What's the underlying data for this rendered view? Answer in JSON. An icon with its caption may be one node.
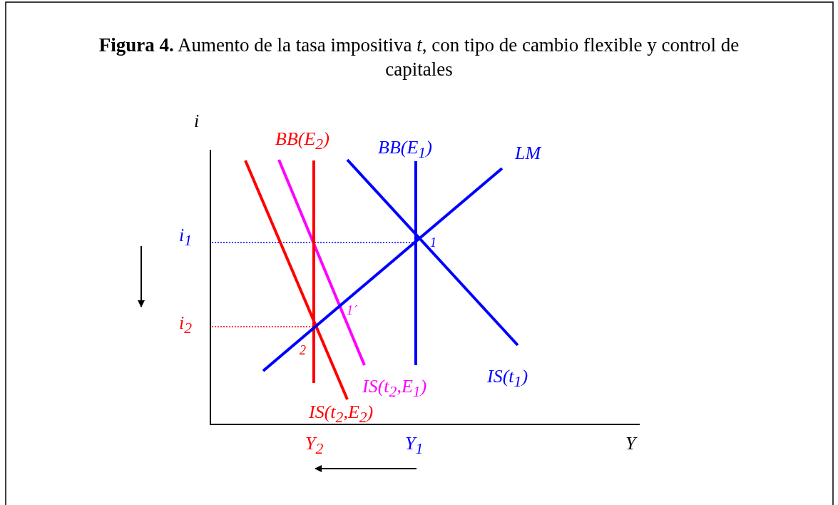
{
  "diagram": {
    "title": "**Figura 4.**  Aumento de la tasa impositiva *t*,  con tipo de cambio flexible y control de capitales",
    "labels": [
      "i",
      "BB(E$_{2}$)",
      "BB(E$_{1}$)",
      "LM",
      "i$_{1}$",
      "1",
      "1´",
      "i$_{2}$",
      "2",
      "IS(t$_{2}$,E$_{1}$)",
      "IS(t$_{1}$)",
      "IS(t$_{2}$,E$_{2}$)",
      "Y$_{2}$",
      "Y$_{1}$",
      "Y"
    ]
  }
}
